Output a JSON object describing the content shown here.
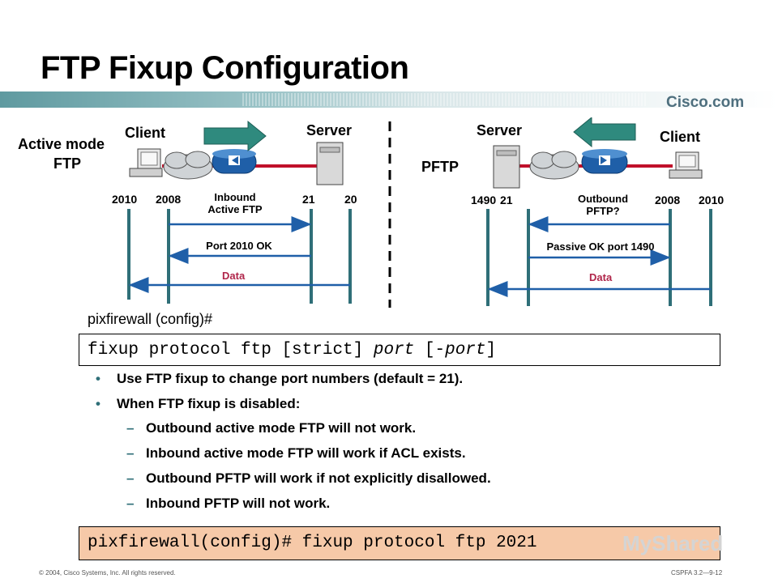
{
  "title": "FTP Fixup Configuration",
  "brand": "Cisco.com",
  "left_panel": {
    "mode_line1": "Active mode",
    "mode_line2": "FTP",
    "client": "Client",
    "server": "Server",
    "ports": [
      "2010",
      "2008",
      "21",
      "20"
    ],
    "note_line1": "Inbound",
    "note_line2": "Active FTP",
    "reply": "Port 2010 OK",
    "data": "Data"
  },
  "right_panel": {
    "mode": "PFTP",
    "server": "Server",
    "client": "Client",
    "ports": [
      "1490",
      "21",
      "2008",
      "2010"
    ],
    "note_line1": "Outbound",
    "note_line2": "PFTP?",
    "reply": "Passive OK port 1490",
    "data": "Data"
  },
  "prompt": "pixfirewall (config)#",
  "command": {
    "prefix": "fixup protocol ftp [strict] ",
    "port": "port",
    "middle": " [-",
    "port2": "port",
    "suffix": "]"
  },
  "bullets": [
    "Use FTP fixup to change port numbers (default = 21).",
    "When FTP fixup is disabled:"
  ],
  "subbullets": [
    "Outbound active mode FTP will not work.",
    "Inbound active mode FTP will work if ACL exists.",
    "Outbound PFTP will work if not explicitly disallowed.",
    "Inbound PFTP will not work."
  ],
  "example_command": "pixfirewall(config)# fixup protocol ftp 2021",
  "footer_left": "© 2004, Cisco Systems, Inc. All rights reserved.",
  "footer_right": "CSPFA 3.2—9-12",
  "watermark": "MyShared",
  "colors": {
    "teal": "#2f6f78",
    "data_red": "#b0264a",
    "accent_blue": "#1f5fa8",
    "cmd_bg": "#f6c9a8"
  }
}
